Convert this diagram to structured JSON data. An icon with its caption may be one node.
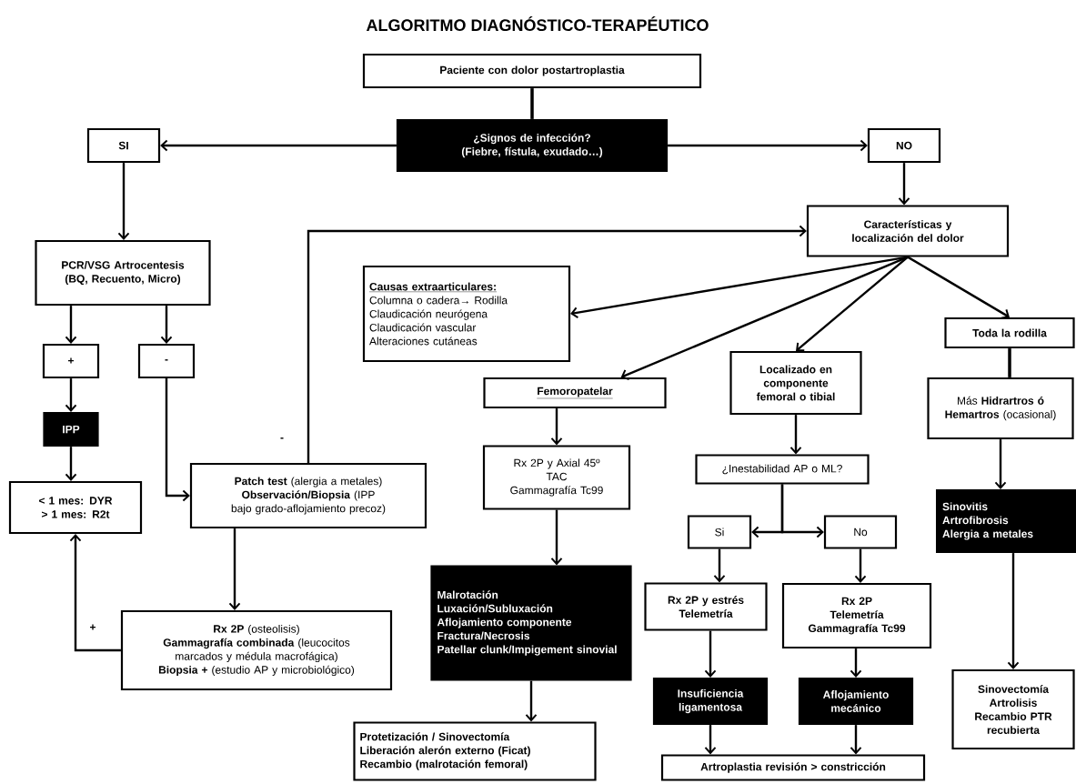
{
  "diagram": {
    "title": "ALGORITMO DIAGNÓSTICO-TERAPÉUTICO",
    "nodes": [
      {
        "text": [
          "Paciente con dolor postartroplastia"
        ]
      },
      {
        "text": [
          "¿Signos de infección?",
          "(Fiebre, fístula, exudado…)"
        ]
      },
      {
        "text": [
          "SI"
        ]
      },
      {
        "text": [
          "NO"
        ]
      },
      {
        "text": [
          "Características y localización del dolor"
        ]
      },
      {
        "text": [
          "PCR/VSG Artrocentesis (BQ, Recuento, Micro)"
        ]
      },
      {
        "text": [
          "+"
        ]
      },
      {
        "text": [
          "-"
        ]
      },
      {
        "text": [
          "IPP"
        ]
      },
      {
        "text": [
          "< 1 mes: DYR",
          "> 1 mes: R2t"
        ]
      },
      {
        "text": [
          "**Patch test** (alergia a metales) **Observación/Biopsia** (IPP bajo grado-aflojamiento precoz)"
        ]
      },
      {
        "text": [
          "**Rx  2P** (osteolisis)",
          "**Gammagrafía combinada** (leucocitos marcados y médula macrofágica)",
          "**Biopsia +** (estudio AP y microbiológico)"
        ]
      },
      {
        "text": [
          "Causas extraarticulares:",
          "Columna o cadera→ Rodilla",
          "Claudicación neurógena",
          "Claudicación vascular",
          "Alteraciones cutáneas"
        ]
      },
      {
        "text": [
          "Femoropatelar"
        ]
      },
      {
        "text": [
          "Localizado en componente femoral o tibial"
        ]
      },
      {
        "text": [
          "Toda  la rodilla"
        ]
      },
      {
        "text": [
          "Más **Hidrartros ó Hemartros** (ocasional)"
        ]
      },
      {
        "text": [
          "Rx  2P y Axial 45º",
          "TAC",
          "Gammagrafía Tc99"
        ]
      },
      {
        "text": [
          "¿Inestabilidad AP o ML?"
        ]
      },
      {
        "text": [
          "Si"
        ]
      },
      {
        "text": [
          "No"
        ]
      },
      {
        "text": [
          "Malrotación",
          "Luxación/Subluxación",
          "Aflojamiento componente",
          "Fractura/Necrosis",
          "Patellar clunk/Impigement sinovial"
        ]
      },
      {
        "text": [
          "Rx  2P y estrés",
          "Telemetría"
        ]
      },
      {
        "text": [
          "Rx  2P",
          "Telemetría",
          "Gammagrafía Tc99"
        ]
      },
      {
        "text": [
          "Sinovitis",
          "Artrofibrosis",
          "Alergia a metales"
        ]
      },
      {
        "text": [
          "Insuficiencia ligamentosa"
        ]
      },
      {
        "text": [
          "Aflojamiento mecánico"
        ]
      },
      {
        "text": [
          "Protetización / Sinovectomía",
          "Liberación alerón externo (Ficat)",
          "Recambio (malrotación femoral)"
        ]
      },
      {
        "text": [
          "Artroplastia revisión > constricción"
        ]
      },
      {
        "text": [
          "Sinovectomía",
          "Artrolisis",
          "Recambio PTR recubierta"
        ]
      }
    ],
    "edges": [
      {
        "from": 0,
        "to": 1,
        "arrow": "none"
      },
      {
        "from": 1,
        "to": 2,
        "arrow": "to"
      },
      {
        "from": 1,
        "to": 3,
        "arrow": "to"
      },
      {
        "from": 3,
        "to": 4,
        "arrow": "to"
      },
      {
        "from": 2,
        "to": 5,
        "arrow": "to"
      },
      {
        "from": 5,
        "to": 6,
        "arrow": "to"
      },
      {
        "from": 5,
        "to": 7,
        "arrow": "to"
      },
      {
        "from": 6,
        "to": 8,
        "arrow": "to"
      },
      {
        "from": 8,
        "to": 9,
        "arrow": "to"
      },
      {
        "from": 7,
        "to": 10,
        "arrow": "to"
      },
      {
        "from": 10,
        "to": 4,
        "arrow": "to",
        "label": "-"
      },
      {
        "from": 10,
        "to": 11,
        "arrow": "to"
      },
      {
        "from": 11,
        "to": 9,
        "arrow": "to",
        "label": "+"
      },
      {
        "from": 4,
        "to": 12,
        "arrow": "to"
      },
      {
        "from": 4,
        "to": 13,
        "arrow": "to"
      },
      {
        "from": 4,
        "to": 14,
        "arrow": "to"
      },
      {
        "from": 4,
        "to": 15,
        "arrow": "to"
      },
      {
        "from": 15,
        "to": 16,
        "arrow": "none"
      },
      {
        "from": 16,
        "to": 24,
        "arrow": "to"
      },
      {
        "from": 24,
        "to": 29,
        "arrow": "to"
      },
      {
        "from": 13,
        "to": 17,
        "arrow": "to"
      },
      {
        "from": 17,
        "to": 21,
        "arrow": "to"
      },
      {
        "from": 21,
        "to": 27,
        "arrow": "to"
      },
      {
        "from": 14,
        "to": 18,
        "arrow": "to"
      },
      {
        "from": 18,
        "to": 19,
        "arrow": "to"
      },
      {
        "from": 18,
        "to": 20,
        "arrow": "to"
      },
      {
        "from": 19,
        "to": 22,
        "arrow": "to"
      },
      {
        "from": 20,
        "to": 23,
        "arrow": "to"
      },
      {
        "from": 22,
        "to": 25,
        "arrow": "to"
      },
      {
        "from": 23,
        "to": 26,
        "arrow": "to"
      },
      {
        "from": 25,
        "to": 28,
        "arrow": "to"
      },
      {
        "from": 26,
        "to": 28,
        "arrow": "to"
      }
    ]
  }
}
